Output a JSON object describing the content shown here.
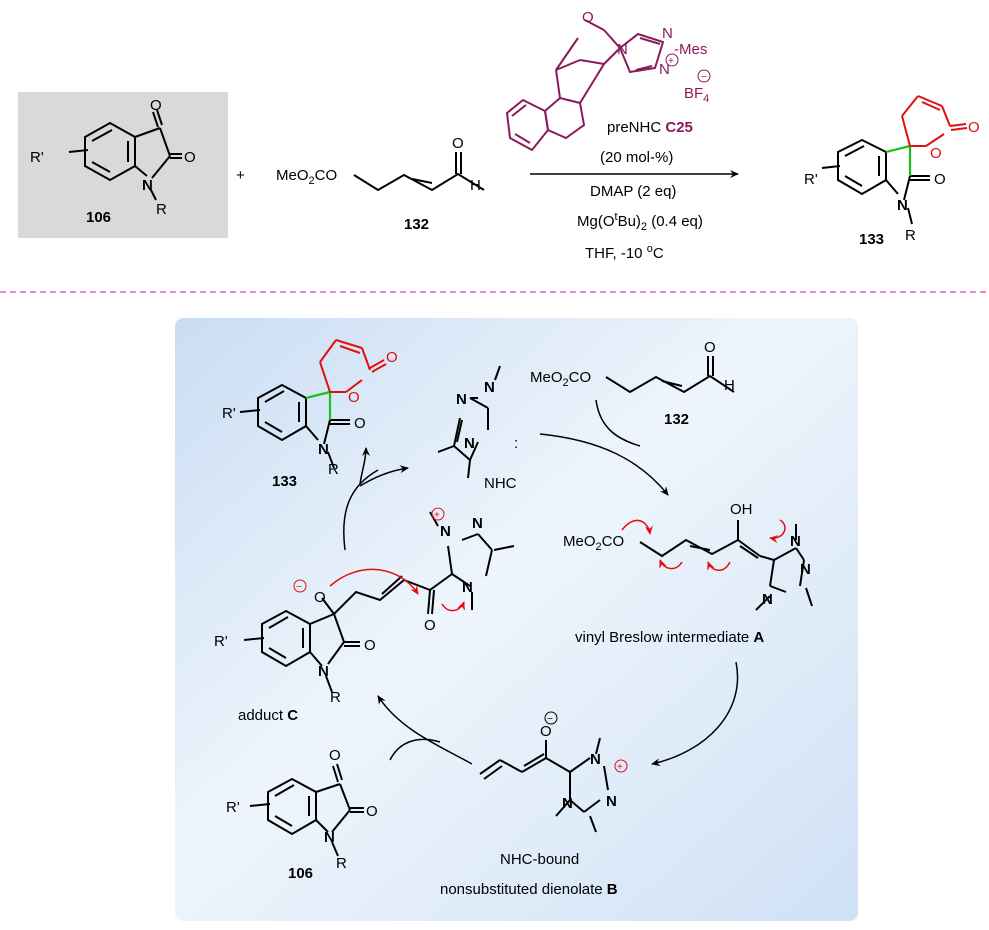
{
  "scheme": {
    "reactant1_label": "106",
    "reactant2_label": "132",
    "product_label": "133",
    "plus": "+",
    "reagent_formula": "MeO",
    "reagent_formula_sub": "2",
    "reagent_formula_tail": "CO",
    "catalyst_name": "preNHC ",
    "catalyst_id": "C25",
    "catalyst_loading": "(20 mol-%)",
    "additive1": "DMAP (2 eq)",
    "additive2_pre": "Mg(O",
    "additive2_sup": "t",
    "additive2_post": "Bu)",
    "additive2_sub": "2",
    "additive2_eq": " (0.4 eq)",
    "conditions_pre": "THF, -10 ",
    "conditions_sup": "o",
    "conditions_post": "C",
    "mes": "Mes",
    "counterion": "BF",
    "counterion_sub": "4"
  },
  "cycle": {
    "nhc_label": "NHC",
    "breslow_label": "vinyl Breslow intermediate ",
    "breslow_id": "A",
    "dienolate_line1": "NHC-bound",
    "dienolate_line2": "nonsubstituted dienolate ",
    "dienolate_id": "B",
    "adduct_label": "adduct ",
    "adduct_id": "C",
    "label_133": "133",
    "label_132": "132",
    "label_106": "106"
  },
  "atoms": {
    "O": "O",
    "N": "N",
    "R": "R",
    "Rp": "R'",
    "H": "H",
    "OH": "OH",
    "colon": ":"
  },
  "colors": {
    "scheme_box": "#d9d9d9",
    "divider": "#e05ad0",
    "cycle_panel": "#dbe9f8",
    "catalyst": "#8b1a5a",
    "highlight_bond": "#19c219",
    "red_atoms": "#e01010"
  }
}
